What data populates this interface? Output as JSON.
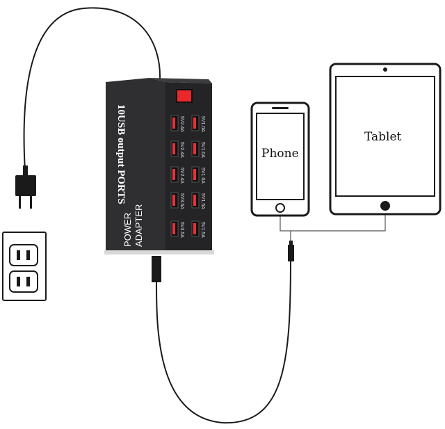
{
  "hub": {
    "title": "10USB output PORTS",
    "subtitle_line1": "POWER",
    "subtitle_line2": "ADAPTER",
    "ports_left": [
      "5V2.4A",
      "5V2.4A",
      "5V2.4A",
      "5V3.5A",
      "5V3.5A"
    ],
    "ports_right": [
      "5V1.0A",
      "5V1.0A",
      "5V1.0A",
      "5V1.5A",
      "5V1.5A"
    ],
    "switch_color": "#e8282a"
  },
  "devices": {
    "phone_label": "Phone",
    "tablet_label": "Tablet"
  },
  "colors": {
    "hub_body": "#2b2b2d",
    "cable": "#1a1a1a",
    "port": "#e8303a"
  }
}
